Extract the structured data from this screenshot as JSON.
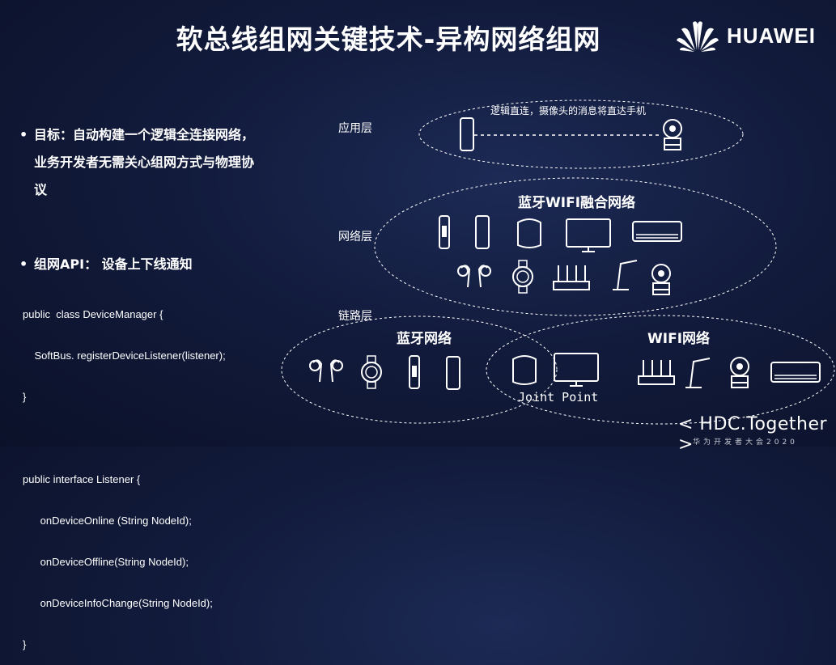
{
  "header": {
    "title": "软总线组网关键技术-异构网络组网",
    "brand": "HUAWEI"
  },
  "left": {
    "goal_bullet": "•",
    "goal_text": "目标：自动构建一个逻辑全连接网络，业务开发者无需关心组网方式与物理协议",
    "api_bullet": "•",
    "api_text": "组网API： 设备上下线通知",
    "code_lines": [
      "public  class DeviceManager {",
      "    SoftBus. registerDeviceListener(listener);",
      "}",
      "",
      "public interface Listener {",
      "      onDeviceOnline (String NodeId);",
      "      onDeviceOffline(String NodeId);",
      "      onDeviceInfoChange(String NodeId);",
      "}"
    ]
  },
  "diagram": {
    "app_layer_label": "应用层",
    "net_layer_label": "网络层",
    "link_layer_label": "链路层",
    "app_annotation": "逻辑直连，摄像头的消息将直达手机",
    "fusion_title": "蓝牙WIFI融合网络",
    "bt_title": "蓝牙网络",
    "wifi_title": "WIFI网络",
    "joint_point": "Joint Point",
    "icons": [
      "phone-icon",
      "camera-icon",
      "band-icon",
      "speaker-icon",
      "tv-icon",
      "air-conditioner-icon",
      "earbuds-icon",
      "watch-icon",
      "router-icon",
      "lamp-icon"
    ],
    "stroke_color": "#ffffff"
  },
  "footer": {
    "hdc": "< HDC.Together >",
    "hdc_sub": "华为开发者大会2020"
  }
}
